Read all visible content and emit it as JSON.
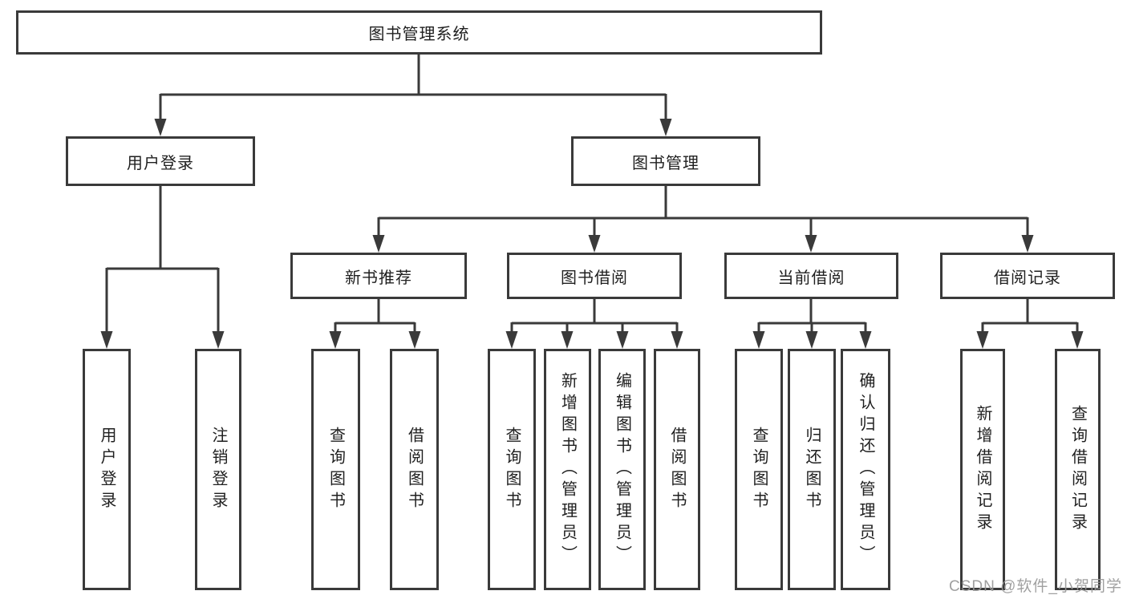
{
  "tree": {
    "label": "图书管理系统",
    "children": [
      {
        "label": "用户登录",
        "children": [
          {
            "label": "用户登录"
          },
          {
            "label": "注销登录"
          }
        ]
      },
      {
        "label": "图书管理",
        "children": [
          {
            "label": "新书推荐",
            "children": [
              {
                "label": "查询图书"
              },
              {
                "label": "借阅图书"
              }
            ]
          },
          {
            "label": "图书借阅",
            "children": [
              {
                "label": "查询图书"
              },
              {
                "label": "新增图书（管理员）"
              },
              {
                "label": "编辑图书（管理员）"
              },
              {
                "label": "借阅图书"
              }
            ]
          },
          {
            "label": "当前借阅",
            "children": [
              {
                "label": "查询图书"
              },
              {
                "label": "归还图书"
              },
              {
                "label": "确认归还（管理员）"
              }
            ]
          },
          {
            "label": "借阅记录",
            "children": [
              {
                "label": "新增借阅记录"
              },
              {
                "label": "查询借阅记录"
              }
            ]
          }
        ]
      }
    ]
  },
  "watermark": {
    "text": "CSDN @软件_小贺同学"
  },
  "colors": {
    "line": "#3a3a3a",
    "text": "#1f1f1f",
    "background": "#ffffff",
    "watermark": "#999999"
  }
}
